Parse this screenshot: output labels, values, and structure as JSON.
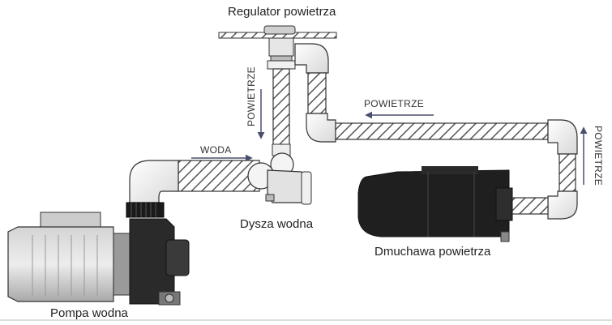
{
  "labels": {
    "air_regulator": "Regulator powietrza",
    "air_vertical": "POWIETRZE",
    "air_top": "POWIETRZE",
    "air_right": "POWIETRZE",
    "water": "WODA",
    "water_nozzle": "Dysza wodna",
    "air_blower": "Dmuchawa powietrza",
    "water_pump": "Pompa wodna"
  },
  "colors": {
    "pipe_stroke": "#333333",
    "hatch": "#555555",
    "arrow": "#4a4f6e",
    "pump_motor": "#bdbdbd",
    "pump_body": "#2a2a2a",
    "blower": "#1f1f1f"
  }
}
